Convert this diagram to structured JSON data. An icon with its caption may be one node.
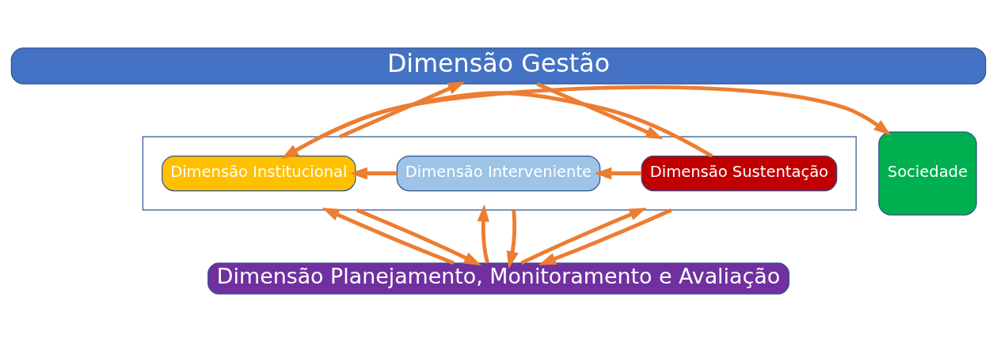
{
  "diagram": {
    "nodes": [
      {
        "text": [
          "Dimensão Gestão"
        ]
      },
      {
        "text": [
          "Sociedade"
        ]
      },
      {
        "text": [],
        "shape": "box"
      },
      {
        "text": [
          "Dimensão Institucional"
        ],
        "in": 2
      },
      {
        "text": [
          "Dimensão Interveniente"
        ],
        "in": 2
      },
      {
        "text": [
          "Dimensão Sustentação"
        ],
        "in": 2
      },
      {
        "text": [
          "Dimensão Planejamento, Monitoramento e Avaliação"
        ]
      }
    ],
    "edges": [
      {
        "from": 2,
        "to": 0,
        "arrow": "to"
      },
      {
        "from": 0,
        "to": 2,
        "arrow": "to"
      },
      {
        "from": 5,
        "to": 3,
        "arrow": "to"
      },
      {
        "from": 5,
        "to": 4,
        "arrow": "to"
      },
      {
        "from": 4,
        "to": 3,
        "arrow": "to"
      },
      {
        "from": 2,
        "to": 1,
        "arrow": "to"
      },
      {
        "from": 6,
        "to": 2,
        "arrow": "to"
      },
      {
        "from": 2,
        "to": 6,
        "arrow": "to"
      },
      {
        "from": 6,
        "to": 2,
        "arrow": "to"
      },
      {
        "from": 2,
        "to": 6,
        "arrow": "to"
      },
      {
        "from": 6,
        "to": 2,
        "arrow": "to"
      },
      {
        "from": 2,
        "to": 6,
        "arrow": "to"
      }
    ]
  }
}
